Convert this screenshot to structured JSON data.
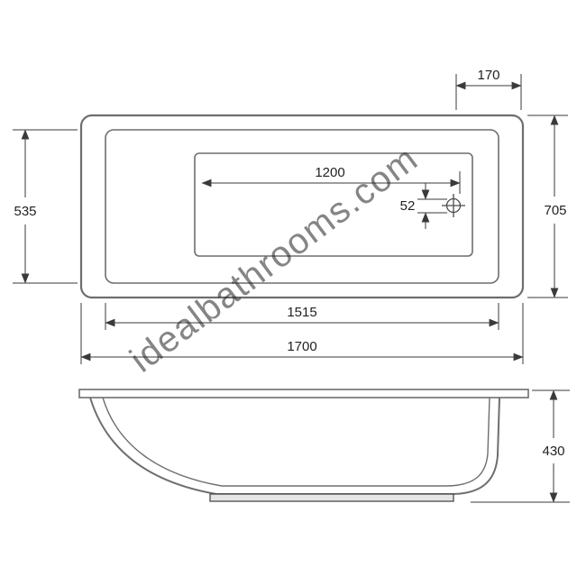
{
  "watermark": "idealbathrooms.com",
  "drawing": {
    "colors": {
      "background": "#ffffff",
      "outline": "#6e6e6e",
      "dimension": "#3a3a3a",
      "watermark": "#bfbfbf"
    },
    "plan_view": {
      "tap_ledge_width": "170",
      "overall_width": "705",
      "interior_width": "535",
      "floor_length": "1200",
      "waste_offset": "52",
      "interior_length": "1515",
      "overall_length": "1700"
    },
    "side_view": {
      "overall_height": "430"
    }
  }
}
